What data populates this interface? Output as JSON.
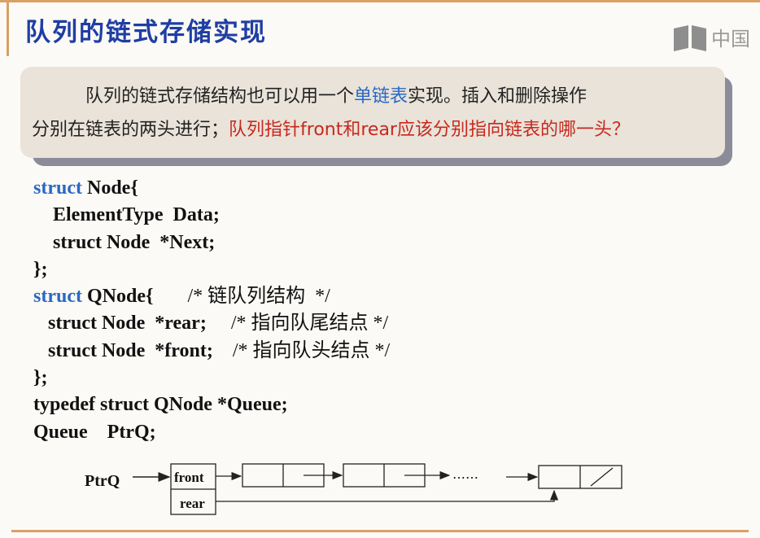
{
  "slide": {
    "title": "队列的链式存储实现",
    "logo_text": "中国",
    "callout": {
      "line1_a": "队列的链式存储结构也可以用一个",
      "line1_highlight": "单链表",
      "line1_b": "实现。插入和删除操作",
      "line2_a": "分别在链表的两头进行；",
      "line2_question": "队列指针front和rear应该分别指向链表的哪一头？"
    },
    "code": {
      "l1_kw": "struct",
      "l1_rest": " Node{",
      "l2": "    ElementType  Data;",
      "l3": "    struct Node  *Next;",
      "l4": "};",
      "l5_kw": "struct",
      "l5_rest": " QNode{       ",
      "l5_comment": "/* 链队列结构  */",
      "l6": "   struct Node  *rear;     ",
      "l6_comment": "/* 指向队尾结点 */",
      "l7": "   struct Node  *front;    ",
      "l7_comment": "/* 指向队头结点 */",
      "l8": "};",
      "l9": "typedef struct QNode *Queue;",
      "l10": "Queue    PtrQ;"
    },
    "diagram": {
      "ptr_label": "PtrQ",
      "front_label": "front",
      "rear_label": "rear",
      "ellipsis": "……"
    }
  },
  "colors": {
    "title": "#1f3ea3",
    "keyword": "#2a68c6",
    "question": "#c8281e",
    "rule": "#d9a066"
  }
}
